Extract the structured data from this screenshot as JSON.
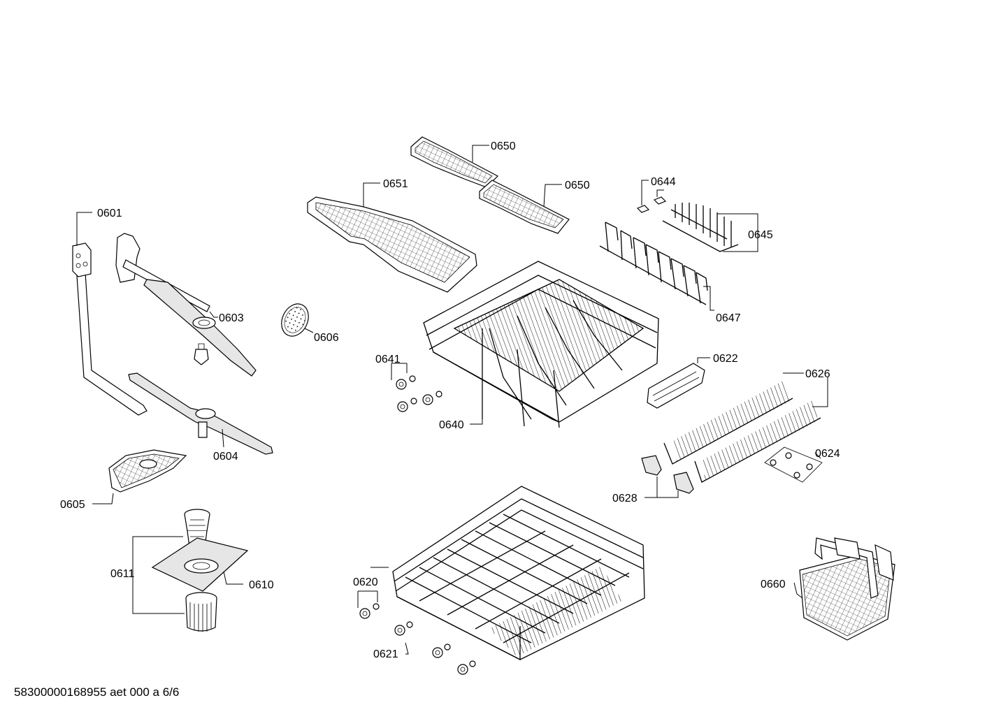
{
  "labels": {
    "p0601": "0601",
    "p0603": "0603",
    "p0604": "0604",
    "p0605": "0605",
    "p0606": "0606",
    "p0610": "0610",
    "p0611": "0611",
    "p0620": "0620",
    "p0621": "0621",
    "p0622": "0622",
    "p0624": "0624",
    "p0626": "0626",
    "p0628": "0628",
    "p0640": "0640",
    "p0641": "0641",
    "p0644": "0644",
    "p0645": "0645",
    "p0647": "0647",
    "p0650a": "0650",
    "p0650b": "0650",
    "p0651": "0651",
    "p0660": "0660"
  },
  "footer": "58300000168955 aet 000 a 6/6"
}
